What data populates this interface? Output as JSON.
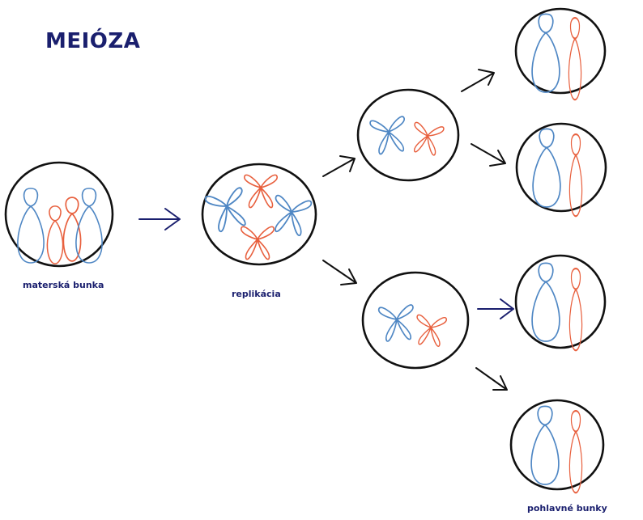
{
  "title": "MEIÓZA",
  "labels": {
    "mother_cell": "materská bunka",
    "replication": "replikácia",
    "sex_cells": "pohlavné bunky"
  },
  "colors": {
    "title_text": "#1a1f6e",
    "maternal_chromosome": "#4f87c4",
    "paternal_chromosome": "#e8603e",
    "cell_outline": "#111111",
    "arrow_primary": "#1a1f6e",
    "arrow_secondary": "#111111"
  }
}
